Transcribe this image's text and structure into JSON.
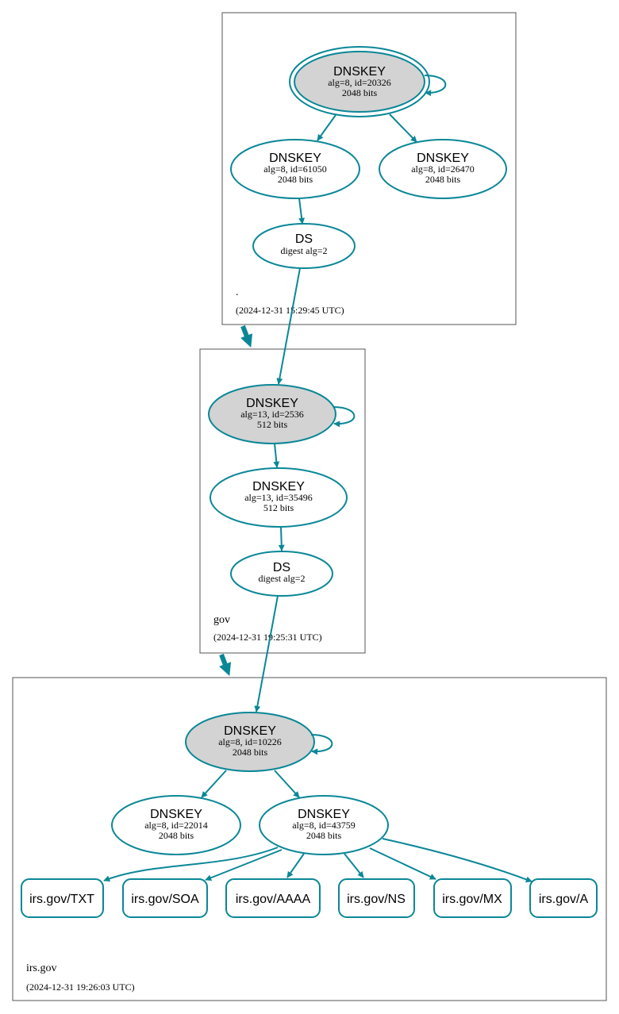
{
  "colors": {
    "edge": "#0a8797",
    "sep_fill": "#d3d3d3",
    "plain_fill": "#ffffff",
    "zone_border": "#555555"
  },
  "zones": [
    {
      "name": ".",
      "timestamp": "(2024-12-31 15:29:45 UTC)",
      "nodes": [
        {
          "type": "DNSKEY",
          "line1": "alg=8, id=20326",
          "line2": "2048 bits",
          "sep": true,
          "trust_anchor": true
        },
        {
          "type": "DNSKEY",
          "line1": "alg=8, id=61050",
          "line2": "2048 bits"
        },
        {
          "type": "DNSKEY",
          "line1": "alg=8, id=26470",
          "line2": "2048 bits"
        },
        {
          "type": "DS",
          "line1": "digest alg=2"
        }
      ]
    },
    {
      "name": "gov",
      "timestamp": "(2024-12-31 19:25:31 UTC)",
      "nodes": [
        {
          "type": "DNSKEY",
          "line1": "alg=13, id=2536",
          "line2": "512 bits",
          "sep": true
        },
        {
          "type": "DNSKEY",
          "line1": "alg=13, id=35496",
          "line2": "512 bits"
        },
        {
          "type": "DS",
          "line1": "digest alg=2"
        }
      ]
    },
    {
      "name": "irs.gov",
      "timestamp": "(2024-12-31 19:26:03 UTC)",
      "nodes": [
        {
          "type": "DNSKEY",
          "line1": "alg=8, id=10226",
          "line2": "2048 bits",
          "sep": true
        },
        {
          "type": "DNSKEY",
          "line1": "alg=8, id=22014",
          "line2": "2048 bits"
        },
        {
          "type": "DNSKEY",
          "line1": "alg=8, id=43759",
          "line2": "2048 bits"
        }
      ],
      "rrsets": [
        "irs.gov/TXT",
        "irs.gov/SOA",
        "irs.gov/AAAA",
        "irs.gov/NS",
        "irs.gov/MX",
        "irs.gov/A"
      ]
    }
  ]
}
